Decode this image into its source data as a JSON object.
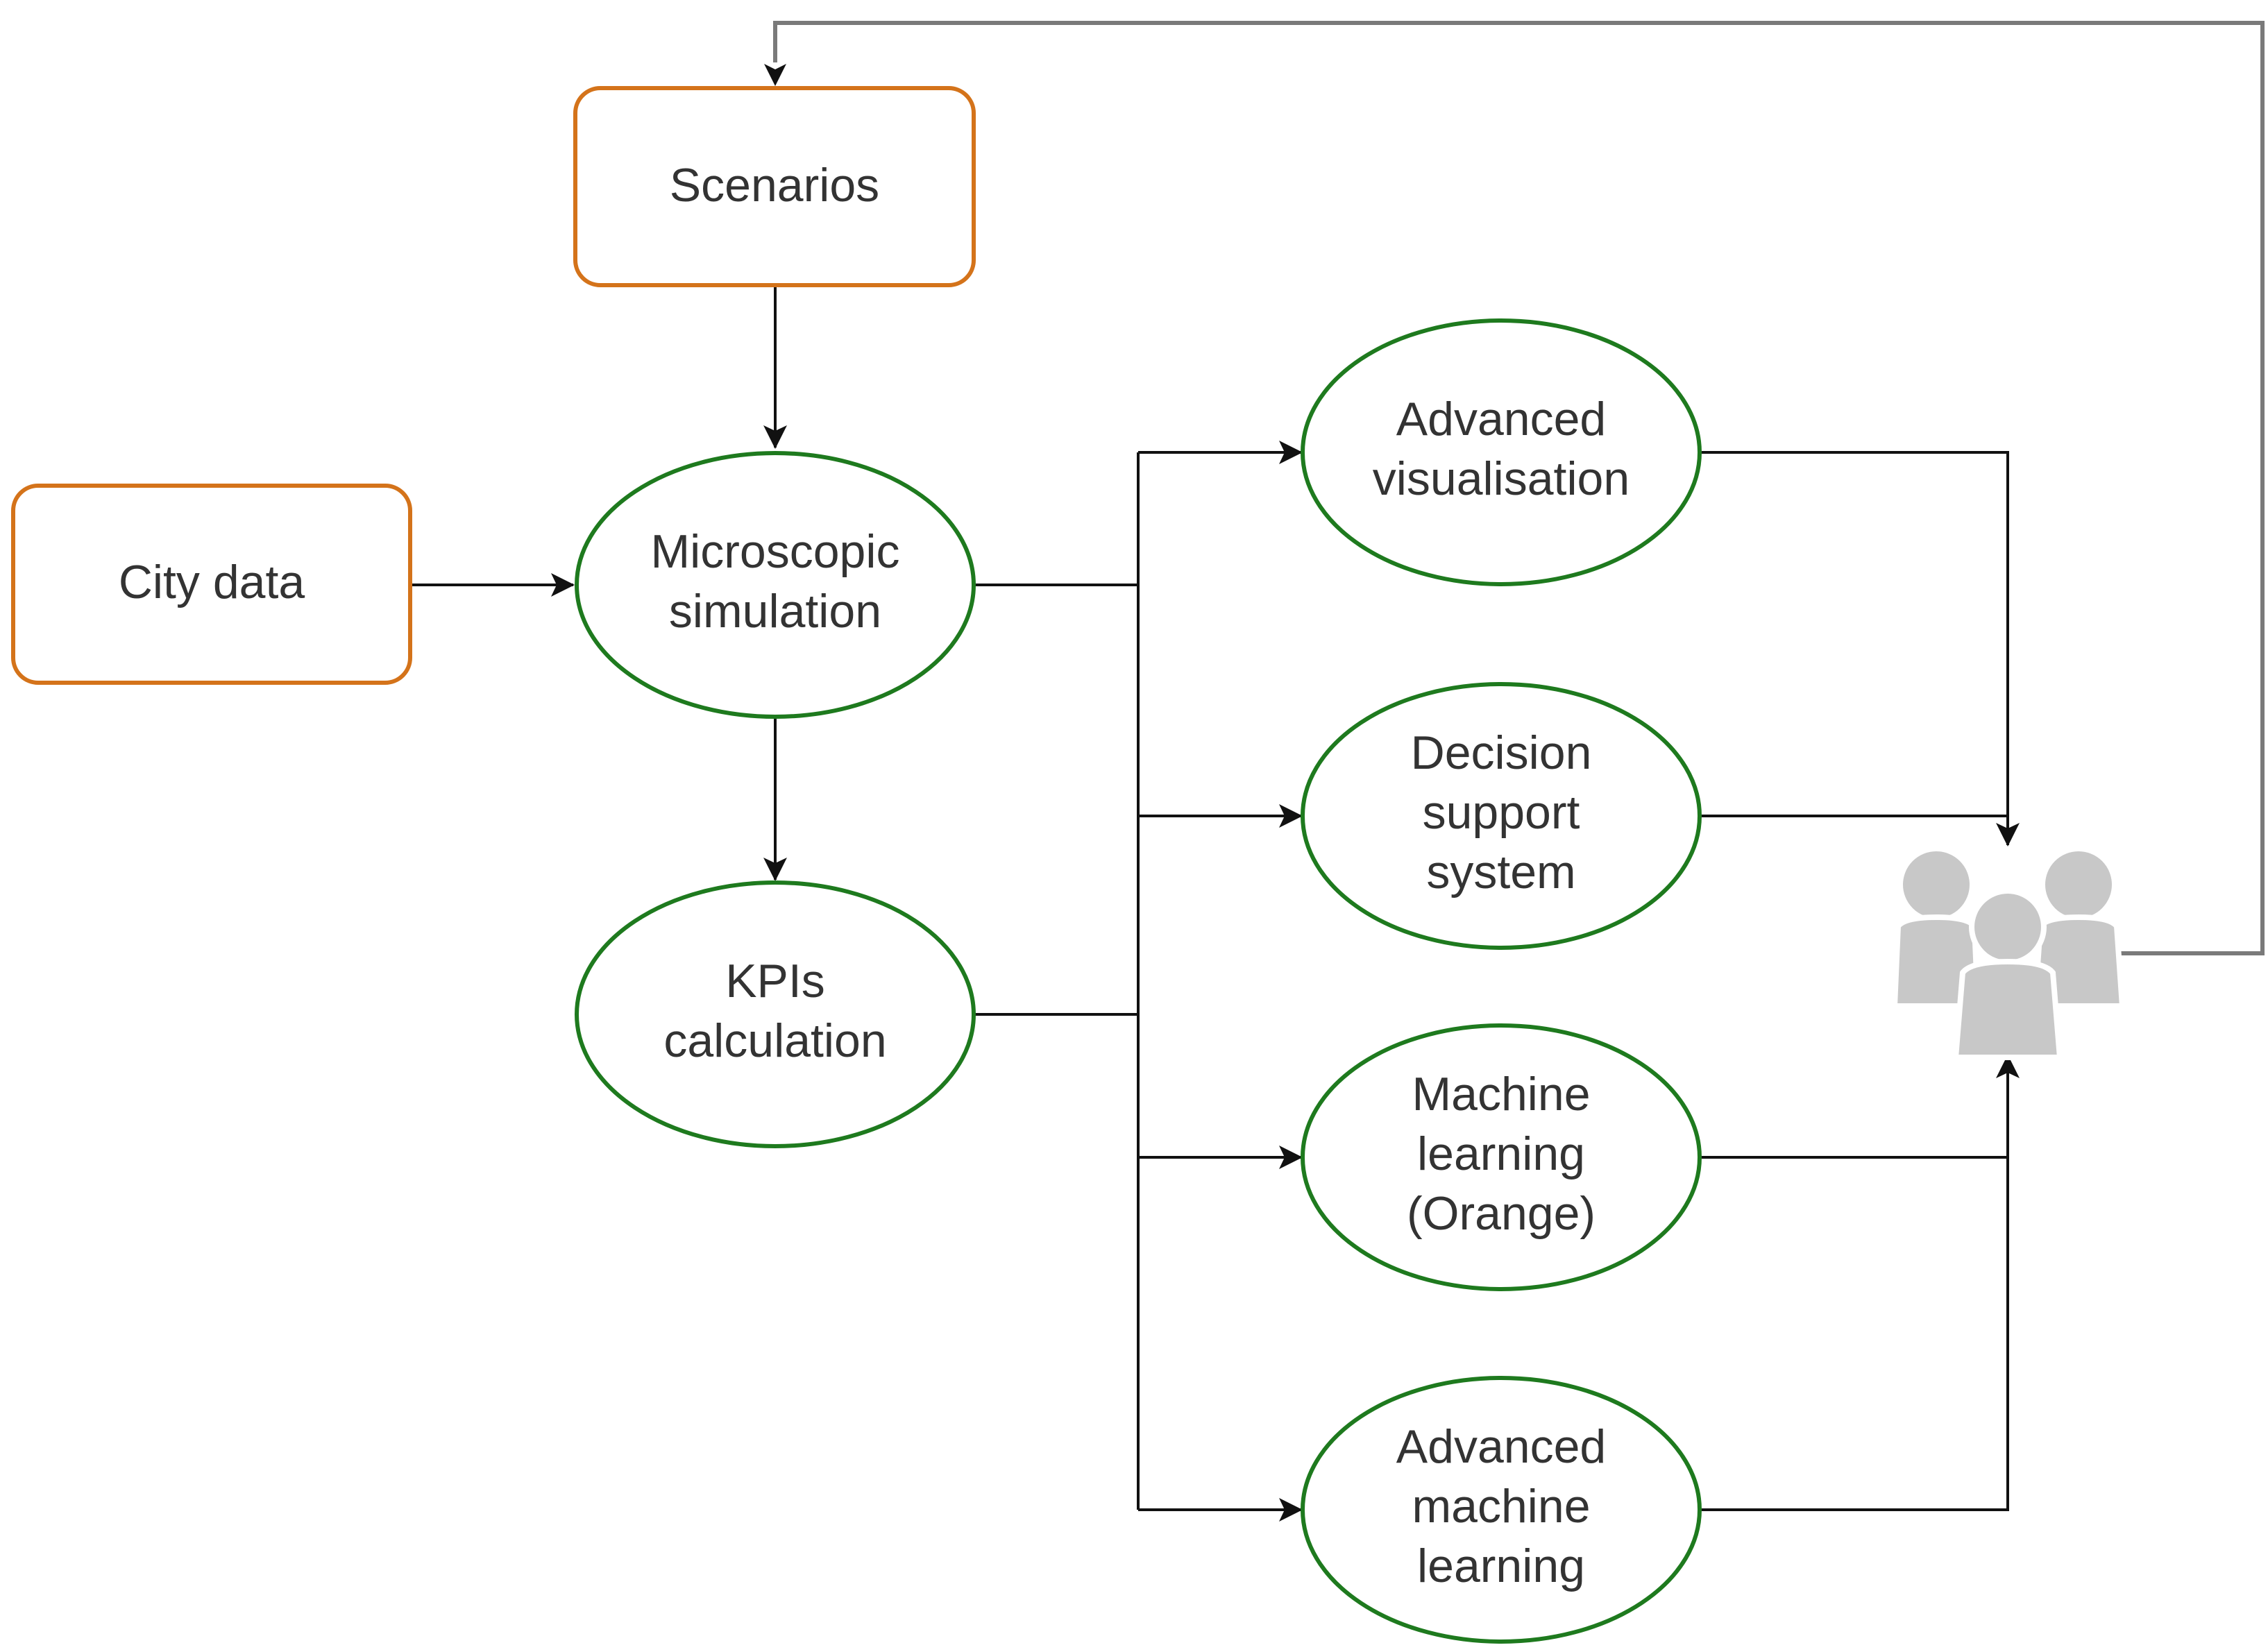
{
  "nodes": {
    "scenarios": {
      "label": [
        "Scenarios"
      ]
    },
    "city_data": {
      "label": [
        "City data"
      ]
    },
    "microscopic_simulation": {
      "label": [
        "Microscopic",
        "simulation"
      ]
    },
    "kpis_calculation": {
      "label": [
        "KPIs",
        "calculation"
      ]
    },
    "advanced_visualisation": {
      "label": [
        "Advanced",
        "visualisation"
      ]
    },
    "decision_support_system": {
      "label": [
        "Decision",
        "support",
        "system"
      ]
    },
    "machine_learning_orange": {
      "label": [
        "Machine",
        "learning",
        "(Orange)"
      ]
    },
    "advanced_machine_learning": {
      "label": [
        "Advanced",
        "machine",
        "learning"
      ]
    }
  },
  "users_icon": "users-group-icon",
  "colors": {
    "rect_border": "#d4731a",
    "ellipse_border": "#1e7a1e",
    "text": "#333333",
    "edge": "#111111",
    "feedback_edge": "#7a7a7a",
    "users_icon": "#c8c8c8"
  }
}
